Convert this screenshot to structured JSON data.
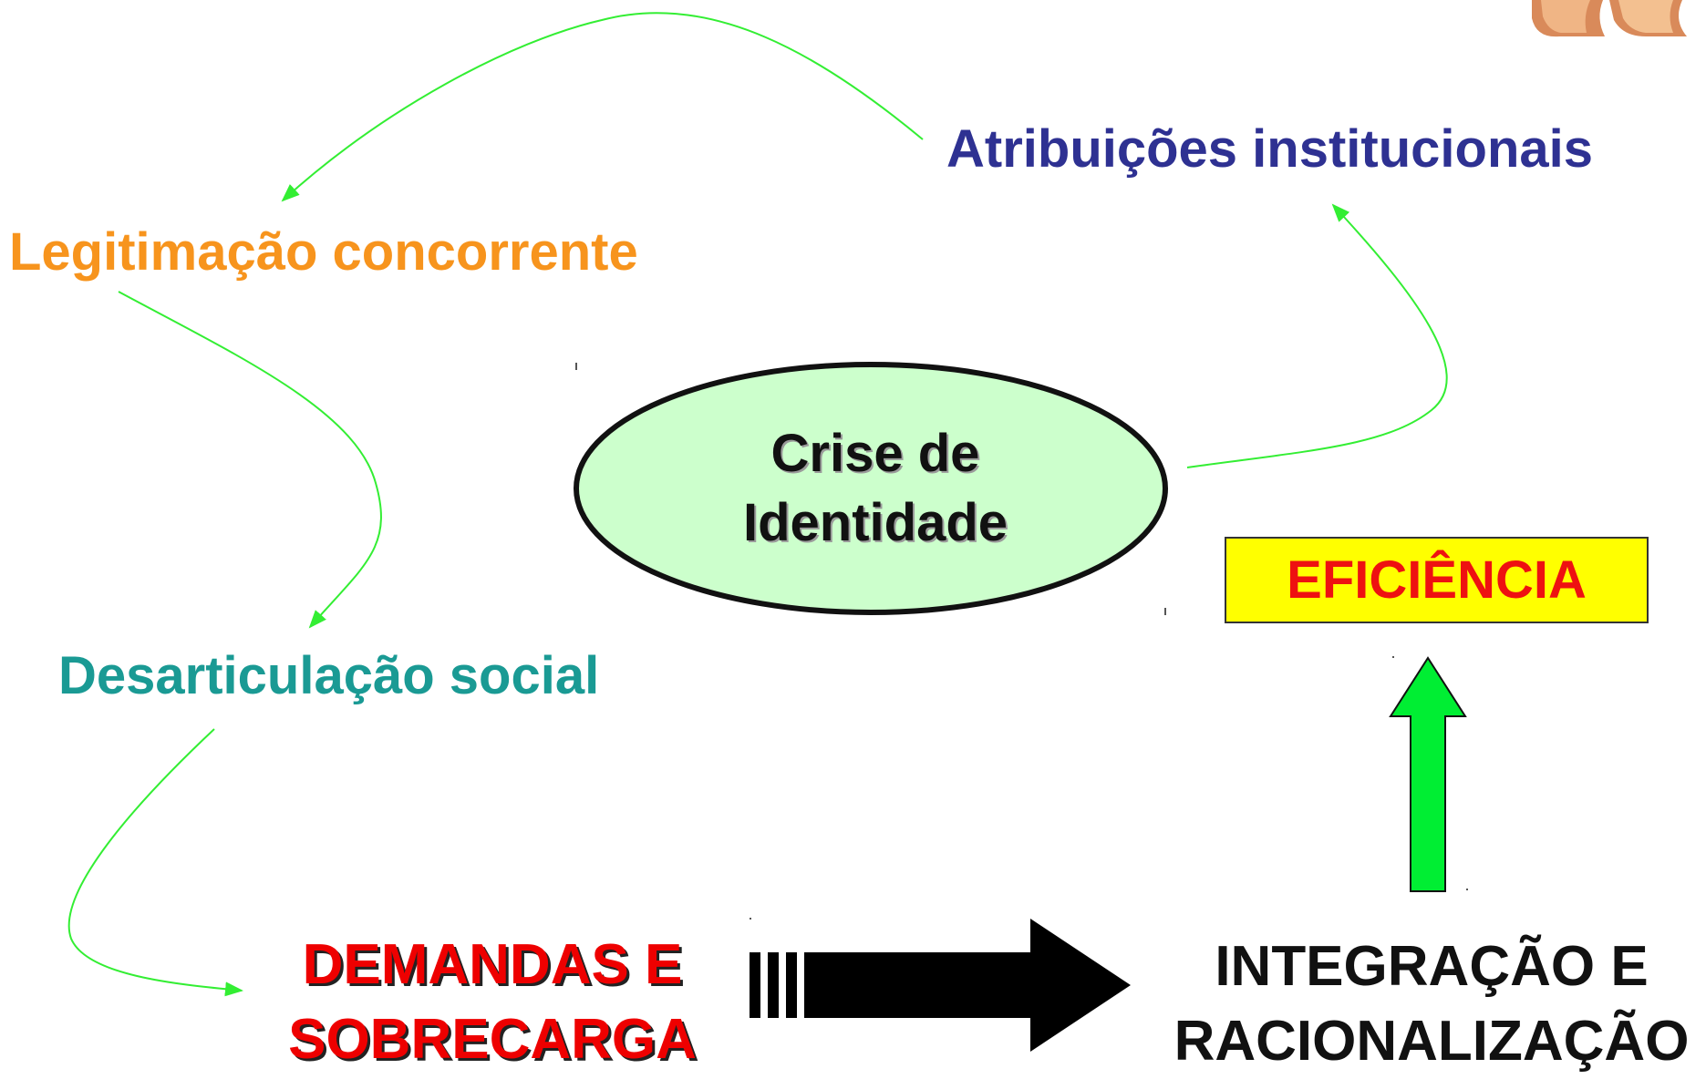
{
  "labels": {
    "atribuicoes": "Atribuições institucionais",
    "legitimacao": "Legitimação concorrente",
    "desarticulacao": "Desarticulação social"
  },
  "center": {
    "line1": "Crise de",
    "line2": "Identidade"
  },
  "eficiencia": "EFICIÊNCIA",
  "demandas": {
    "line1": "DEMANDAS E",
    "line2": "SOBRECARGA"
  },
  "integracao": {
    "line1": "INTEGRAÇÃO E",
    "line2": "RACIONALIZAÇÃO"
  },
  "colors": {
    "atribuicoes": "#2e3192",
    "legitimacao": "#f7941d",
    "desarticulacao": "#1a9a94",
    "cycle_arrow": "#33ee33",
    "ellipse_fill": "#ccffcc",
    "eficiencia_text": "#ee1111",
    "eficiencia_box": "#ffff00",
    "demandas_text": "#ee0000",
    "integracao_text": "#111111",
    "up_arrow": "#00ee33",
    "big_arrow": "#000000"
  }
}
